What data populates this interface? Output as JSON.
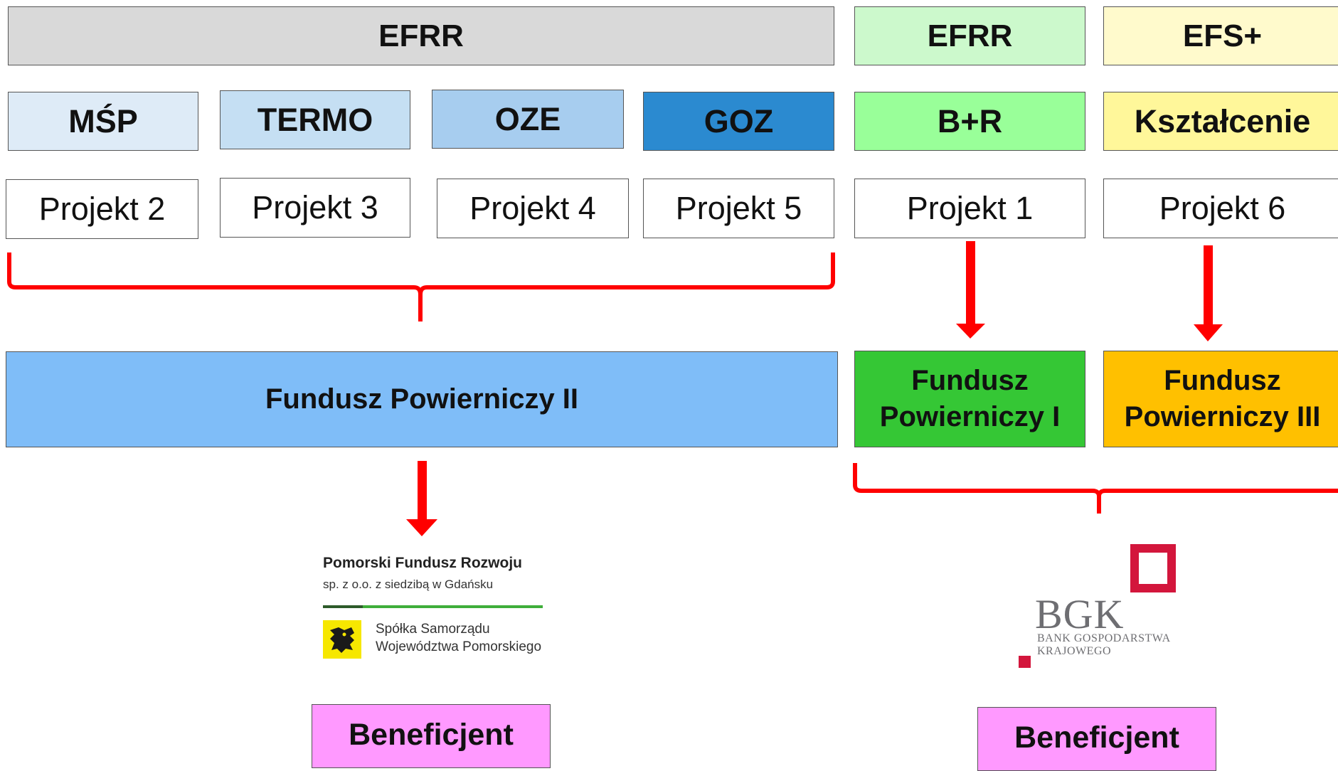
{
  "headers": {
    "efrr_main": "EFRR",
    "efrr_br": "EFRR",
    "efs_plus": "EFS+"
  },
  "categories": {
    "msp": "MŚP",
    "termo": "TERMO",
    "oze": "OZE",
    "goz": "GOZ",
    "br": "B+R",
    "ksztalcenie": "Kształcenie"
  },
  "projects": {
    "p2": "Projekt 2",
    "p3": "Projekt 3",
    "p4": "Projekt 4",
    "p5": "Projekt 5",
    "p1": "Projekt 1",
    "p6": "Projekt 6"
  },
  "funds": {
    "fp2": "Fundusz Powierniczy II",
    "fp1_line1": "Fundusz",
    "fp1_line2": "Powierniczy I",
    "fp3_line1": "Fundusz",
    "fp3_line2": "Powierniczy III"
  },
  "pfr_logo": {
    "name": "Pomorski Fundusz Rozwoju",
    "seat": "sp. z o.o. z siedzibą w Gdańsku",
    "owner_line1": "Spółka Samorządu",
    "owner_line2": "Województwa Pomorskiego",
    "emblem_icon": "griffin-emblem-icon"
  },
  "bgk_logo": {
    "letters": "BGK",
    "line1": "BANK GOSPODARSTWA",
    "line2": "KRAJOWEGO"
  },
  "beneficiaries": {
    "left": "Beneficjent",
    "right": "Beneficjent"
  },
  "colors": {
    "efrr_header": "#d9d9d9",
    "efrr_br_header": "#ccf9cc",
    "efs_header": "#fffacc",
    "msp": "#deebf7",
    "termo": "#c5dff3",
    "oze": "#a7cdef",
    "goz": "#2b8ad0",
    "br": "#99ff99",
    "ksztalcenie": "#fff79a",
    "fp2": "#7fbdf8",
    "fp1": "#35c735",
    "fp3": "#ffc000",
    "beneficjent": "#ff99ff",
    "arrows": "#ff0000"
  }
}
